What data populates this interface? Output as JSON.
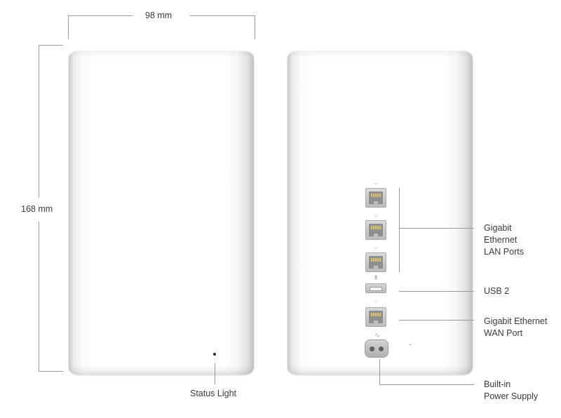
{
  "dimensions": {
    "width_label": "98 mm",
    "height_label": "168 mm"
  },
  "callouts": {
    "status_light": "Status Light",
    "lan_ports": [
      "Gigabit",
      "Ethernet",
      "LAN Ports"
    ],
    "usb": "USB 2",
    "wan_port": [
      "Gigabit Ethernet",
      "WAN Port"
    ],
    "power": [
      "Built-in",
      "Power Supply"
    ]
  },
  "icons": {
    "ethernet_symbol": "↔",
    "usb_symbol": "⇞",
    "wan_symbol": "○",
    "power_symbol": "∿",
    "reset_symbol": "•"
  },
  "colors": {
    "device_body": "#ffffff",
    "leader_line": "#9a9a9a",
    "text": "#3a3a3a"
  }
}
